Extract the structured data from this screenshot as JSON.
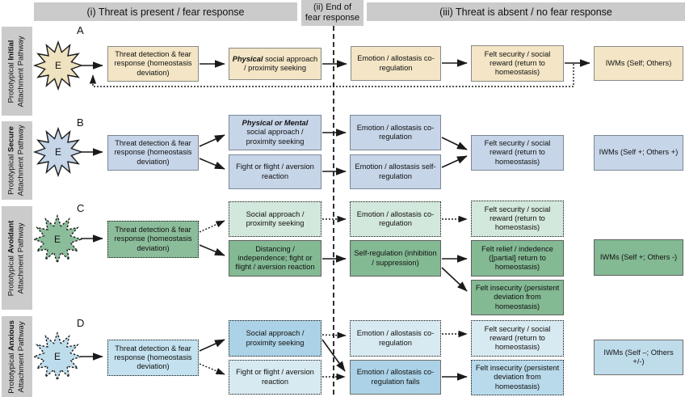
{
  "header": {
    "col1": "(i) Threat is present / fear response",
    "col2_line1": "(ii) End of",
    "col2_line2": "fear response",
    "col3": "(iii) Threat is absent / no fear response"
  },
  "colors": {
    "header_gray": "#CBCBCB",
    "row_a_fill": "#F3E5C5",
    "row_b_fill": "#C6D5E8",
    "row_c_light": "#D3E8DC",
    "row_c_dark": "#83B993",
    "row_d_light": "#D8EAF1",
    "row_d_medium": "#ABD2E6"
  },
  "rows": [
    {
      "letter": "A",
      "sidebar": {
        "pre": "Prototypical ",
        "bold": "Initial",
        "line2": "Attachment Pathway"
      },
      "star": "E",
      "boxes": {
        "threat": "Threat detection & fear response (homeostasis deviation)",
        "approach_em": "Physical",
        "approach_rest": " social approach / proximity seeking",
        "emotion": "Emotion / allostasis co-regulation",
        "felt": "Felt security / social reward (return to homeostasis)",
        "iwm": "IWMs (Self; Others)"
      }
    },
    {
      "letter": "B",
      "sidebar": {
        "pre": "Prototypical ",
        "bold": "Secure",
        "line2": "Attachment Pathway"
      },
      "star": "E",
      "boxes": {
        "threat": "Threat detection & fear response (homeostasis deviation)",
        "approach_em": "Physical or Mental",
        "approach_rest": " social approach / proximity seeking",
        "fight": "Fight or flight / aversion reaction",
        "coreg": "Emotion / allostasis co-regulation",
        "selfreg": "Emotion / allostasis self-regulation",
        "felt": "Felt security / social reward (return to homeostasis)",
        "iwm": "IWMs (Self +; Others +)"
      }
    },
    {
      "letter": "C",
      "sidebar": {
        "pre": "Prototypical ",
        "bold": "Avoidant",
        "line2": "Attachment Pathway"
      },
      "star": "E",
      "boxes": {
        "threat": "Threat detection & fear response (homeostasis deviation)",
        "social": "Social approach / proximity seeking",
        "distancing": "Distancing / independence; fight or flight / aversion reaction",
        "coreg": "Emotion / allostasis co-regulation",
        "selfreg": "Self-regulation (inhibition / suppression)",
        "felt_security": "Felt security / social reward (return to homeostasis)",
        "relief": "Felt relief / indedence ([partial] return to homeostasis)",
        "insecurity": "Felt insecurity (persistent deviation from homeostasis)",
        "iwm": "IWMs (Self +; Others -)"
      }
    },
    {
      "letter": "D",
      "sidebar": {
        "pre": "Prototypical ",
        "bold": "Anxious",
        "line2": "Attachment Pathway"
      },
      "star": "E",
      "boxes": {
        "threat": "Threat detection & fear response (homeostasis deviation)",
        "social": "Social approach / proximity seeking",
        "fight": "Fight or flight / aversion reaction",
        "coreg": "Emotion / allostasis co-regulation",
        "fails": "Emotion / allostasis co-regulation fails",
        "felt_security": "Felt security / social reward (return to homeostasis)",
        "insecurity": "Felt insecurity (persistent deviation from homeostasis)",
        "iwm": "IWMs (Self –; Others +/-)"
      }
    }
  ]
}
